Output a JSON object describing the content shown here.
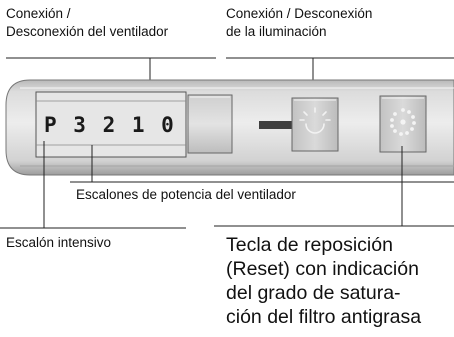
{
  "labels": {
    "fan_switch": "Conexión /\nDesconexión del ventilador",
    "light_switch": "Conexión / Desconexión\nde la iluminación",
    "fan_levels": "Escalones de potencia del ventilador",
    "intensive": "Escalón intensivo",
    "reset_key": "Tecla de reposición\n(Reset) con indicación\ndel grado de satura-\nción del filtro antigrasa"
  },
  "display": {
    "text": "P 3 2 1 0"
  },
  "icons": {
    "light": "lamp-icon",
    "reset": "filter-saturation-icon"
  }
}
